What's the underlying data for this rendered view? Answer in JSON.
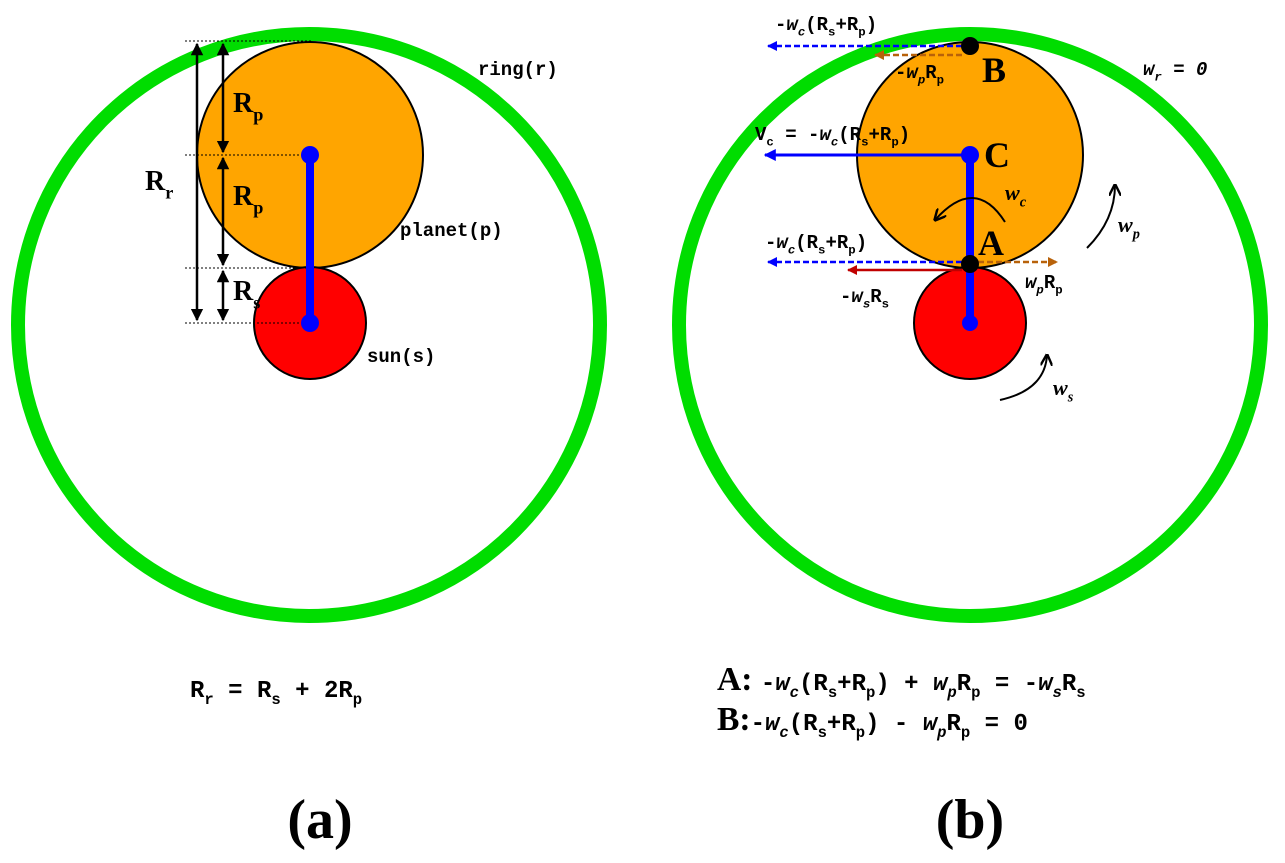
{
  "colors": {
    "ring": "#00dd00",
    "planet": "#ffa500",
    "sun": "#ff0000",
    "carrier": "#0000ff",
    "brown": "#b8620a",
    "darkred": "#c00000"
  },
  "panel_a": {
    "caption": "(a)",
    "ring_label": [
      {
        "t": "ring(r)"
      }
    ],
    "planet_label": [
      {
        "t": "planet(p)"
      }
    ],
    "sun_label": [
      {
        "t": "sun(s)"
      }
    ],
    "rp_label_1": [
      {
        "t": "R"
      },
      {
        "t": "p",
        "sub": true
      }
    ],
    "rp_label_2": [
      {
        "t": "R"
      },
      {
        "t": "p",
        "sub": true
      }
    ],
    "rr_label": [
      {
        "t": "R"
      },
      {
        "t": "r",
        "sub": true
      }
    ],
    "rs_label": [
      {
        "t": "R"
      },
      {
        "t": "s",
        "sub": true
      }
    ],
    "equation": [
      {
        "t": "R"
      },
      {
        "t": "r",
        "sub": true
      },
      {
        "t": " = R"
      },
      {
        "t": "s",
        "sub": true
      },
      {
        "t": " + 2R"
      },
      {
        "t": "p",
        "sub": true
      }
    ]
  },
  "panel_b": {
    "caption": "(b)",
    "point_b": "B",
    "point_c": "C",
    "point_a": "A",
    "wr_label": [
      {
        "t": "w",
        "i": true
      },
      {
        "t": "r",
        "sub": true,
        "i": true
      },
      {
        "t": " = 0",
        "i": true
      }
    ],
    "top_blue_label": [
      {
        "t": "-"
      },
      {
        "t": "w",
        "i": true
      },
      {
        "t": "c",
        "sub": true,
        "i": true
      },
      {
        "t": "(R"
      },
      {
        "t": "s",
        "sub": true
      },
      {
        "t": "+R"
      },
      {
        "t": "p",
        "sub": true
      },
      {
        "t": ")"
      }
    ],
    "top_brown_label": [
      {
        "t": "-"
      },
      {
        "t": "w",
        "i": true
      },
      {
        "t": "p",
        "sub": true,
        "i": true
      },
      {
        "t": "R"
      },
      {
        "t": "p",
        "sub": true
      }
    ],
    "vc_label": [
      {
        "t": "V"
      },
      {
        "t": "c",
        "sub": true
      },
      {
        "t": " = -"
      },
      {
        "t": "w",
        "i": true
      },
      {
        "t": "c",
        "sub": true,
        "i": true
      },
      {
        "t": "(R"
      },
      {
        "t": "s",
        "sub": true
      },
      {
        "t": "+R"
      },
      {
        "t": "p",
        "sub": true
      },
      {
        "t": ")"
      }
    ],
    "wc_label": [
      {
        "t": "w",
        "i": true
      },
      {
        "t": "c",
        "sub": true,
        "i": true
      }
    ],
    "wp_label": [
      {
        "t": "w",
        "i": true
      },
      {
        "t": "p",
        "sub": true,
        "i": true
      }
    ],
    "ws_label": [
      {
        "t": "w",
        "i": true
      },
      {
        "t": "s",
        "sub": true,
        "i": true
      }
    ],
    "a_blue_label": [
      {
        "t": "-"
      },
      {
        "t": "w",
        "i": true
      },
      {
        "t": "c",
        "sub": true,
        "i": true
      },
      {
        "t": "(R"
      },
      {
        "t": "s",
        "sub": true
      },
      {
        "t": "+R"
      },
      {
        "t": "p",
        "sub": true
      },
      {
        "t": ")"
      }
    ],
    "a_red_label": [
      {
        "t": "-"
      },
      {
        "t": "w",
        "i": true
      },
      {
        "t": "s",
        "sub": true,
        "i": true
      },
      {
        "t": "R"
      },
      {
        "t": "s",
        "sub": true
      }
    ],
    "a_brown_label": [
      {
        "t": "w",
        "i": true
      },
      {
        "t": "p",
        "sub": true,
        "i": true
      },
      {
        "t": "R"
      },
      {
        "t": "p",
        "sub": true
      }
    ],
    "equation_a": [
      {
        "t": "A: ",
        "big": true
      },
      {
        "t": "-"
      },
      {
        "t": "w",
        "i": true
      },
      {
        "t": "c",
        "sub": true,
        "i": true
      },
      {
        "t": "(R"
      },
      {
        "t": "s",
        "sub": true
      },
      {
        "t": "+R"
      },
      {
        "t": "p",
        "sub": true
      },
      {
        "t": ") + "
      },
      {
        "t": "w",
        "i": true
      },
      {
        "t": "p",
        "sub": true,
        "i": true
      },
      {
        "t": "R"
      },
      {
        "t": "p",
        "sub": true
      },
      {
        "t": " = -"
      },
      {
        "t": "w",
        "i": true
      },
      {
        "t": "s",
        "sub": true,
        "i": true
      },
      {
        "t": "R"
      },
      {
        "t": "s",
        "sub": true
      }
    ],
    "equation_b": [
      {
        "t": "B:",
        "big": true
      },
      {
        "t": "-"
      },
      {
        "t": "w",
        "i": true
      },
      {
        "t": "c",
        "sub": true,
        "i": true
      },
      {
        "t": "(R"
      },
      {
        "t": "s",
        "sub": true
      },
      {
        "t": "+R"
      },
      {
        "t": "p",
        "sub": true
      },
      {
        "t": ") - "
      },
      {
        "t": "w",
        "i": true
      },
      {
        "t": "p",
        "sub": true,
        "i": true
      },
      {
        "t": "R"
      },
      {
        "t": "p",
        "sub": true
      },
      {
        "t": " = 0"
      }
    ]
  }
}
